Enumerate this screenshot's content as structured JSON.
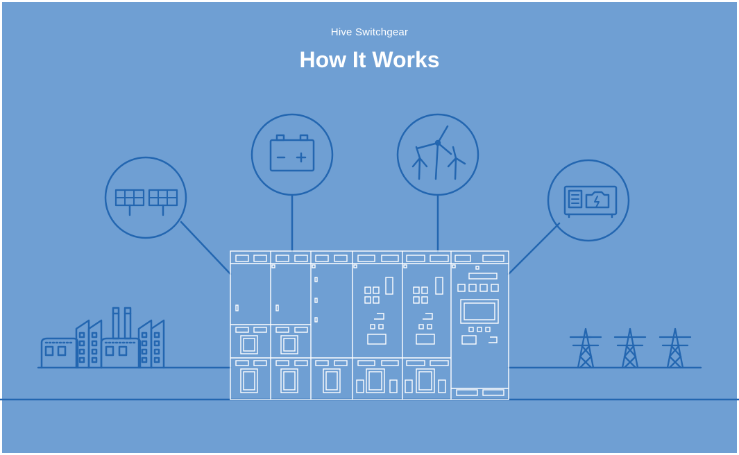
{
  "header": {
    "subtitle": "Hive Switchgear",
    "title": "How It Works"
  },
  "nodes": [
    {
      "icon": "solar-panels-icon"
    },
    {
      "icon": "battery-icon"
    },
    {
      "icon": "wind-turbines-icon"
    },
    {
      "icon": "generator-icon"
    }
  ],
  "endpoints": {
    "left": "factory-icon",
    "right": "power-pylons-icon",
    "center": "switchgear-cabinet"
  },
  "colors": {
    "background": "#6f9fd3",
    "line": "#2366b0",
    "cabinet": "#ffffff",
    "frame": "#ffffff"
  }
}
